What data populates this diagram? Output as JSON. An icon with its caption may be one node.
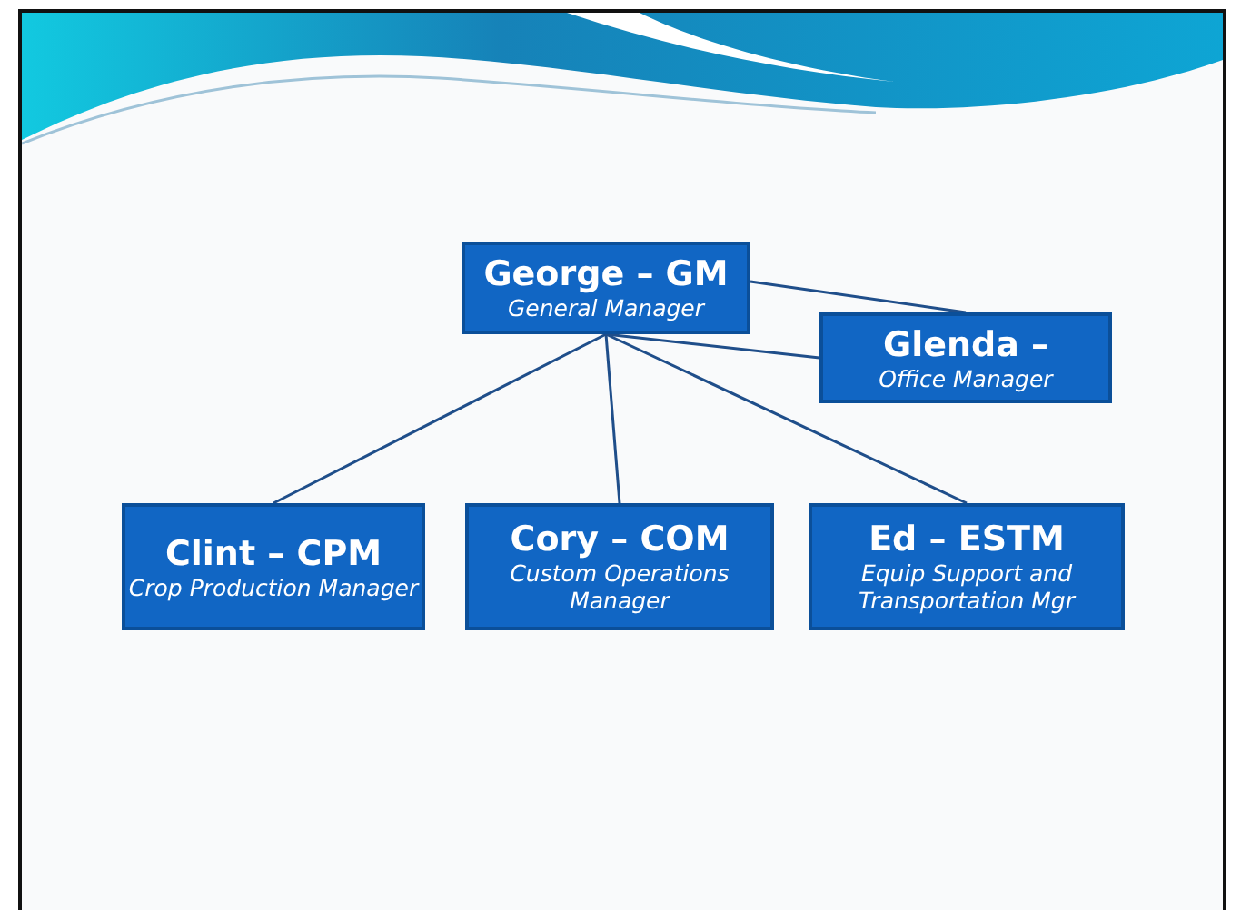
{
  "diagram": {
    "nodes": [
      {
        "text": [
          "George – GM",
          "General Manager"
        ]
      },
      {
        "text": [
          "Glenda –",
          "Office Manager"
        ]
      },
      {
        "text": [
          "Clint – CPM",
          "Crop Production Manager"
        ]
      },
      {
        "text": [
          "Cory – COM",
          "Custom Operations Manager"
        ]
      },
      {
        "text": [
          "Ed – ESTM",
          "Equip Support and Transportation Mgr"
        ]
      }
    ],
    "edges": [
      {
        "from": 0,
        "to": 1,
        "arrow": "none"
      },
      {
        "from": 0,
        "to": 1,
        "arrow": "none"
      },
      {
        "from": 0,
        "to": 2,
        "arrow": "none"
      },
      {
        "from": 0,
        "to": 3,
        "arrow": "none"
      },
      {
        "from": 0,
        "to": 4,
        "arrow": "none"
      }
    ]
  }
}
